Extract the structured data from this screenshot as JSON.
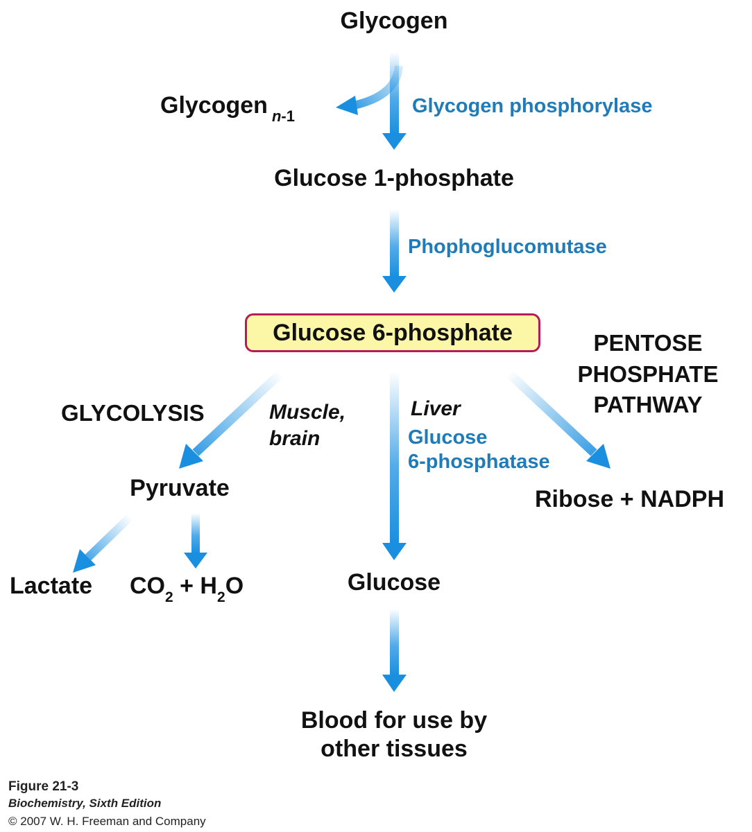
{
  "colors": {
    "arrow_blue": "#1a8fe0",
    "enzyme_text": "#1f7cb8",
    "box_fill": "#fbf7a6",
    "box_border": "#b31b5a"
  },
  "nodes": {
    "glycogen": "Glycogen",
    "glycogen_n1_base": "Glycogen",
    "glycogen_n1_sub_n": "n",
    "glycogen_n1_sub_rest": "-1",
    "g1p": "Glucose 1-phosphate",
    "g6p": "Glucose 6-phosphate",
    "pyruvate": "Pyruvate",
    "lactate": "Lactate",
    "co2_a": "CO",
    "co2_sub": "2",
    "co2_b": " + H",
    "h2o_sub": "2",
    "h2o_c": "O",
    "glucose": "Glucose",
    "ribose": "Ribose + NADPH",
    "blood_line1": "Blood for use by",
    "blood_line2": "other tissues"
  },
  "enzymes": {
    "glycogen_phosphorylase": "Glycogen phosphorylase",
    "phosphoglucomutase": "Phophoglucomutase",
    "g6pase_line1": "Glucose",
    "g6pase_line2": "6-phosphatase"
  },
  "notes": {
    "muscle_line1": "Muscle,",
    "muscle_line2": "brain",
    "liver": "Liver"
  },
  "pathways": {
    "glycolysis": "GLYCOLYSIS",
    "ppp_line1": "PENTOSE",
    "ppp_line2": "PHOSPHATE",
    "ppp_line3": "PATHWAY"
  },
  "caption": {
    "figure": "Figure 21-3",
    "book": "Biochemistry, Sixth Edition",
    "copyright": "© 2007 W. H. Freeman and Company"
  }
}
